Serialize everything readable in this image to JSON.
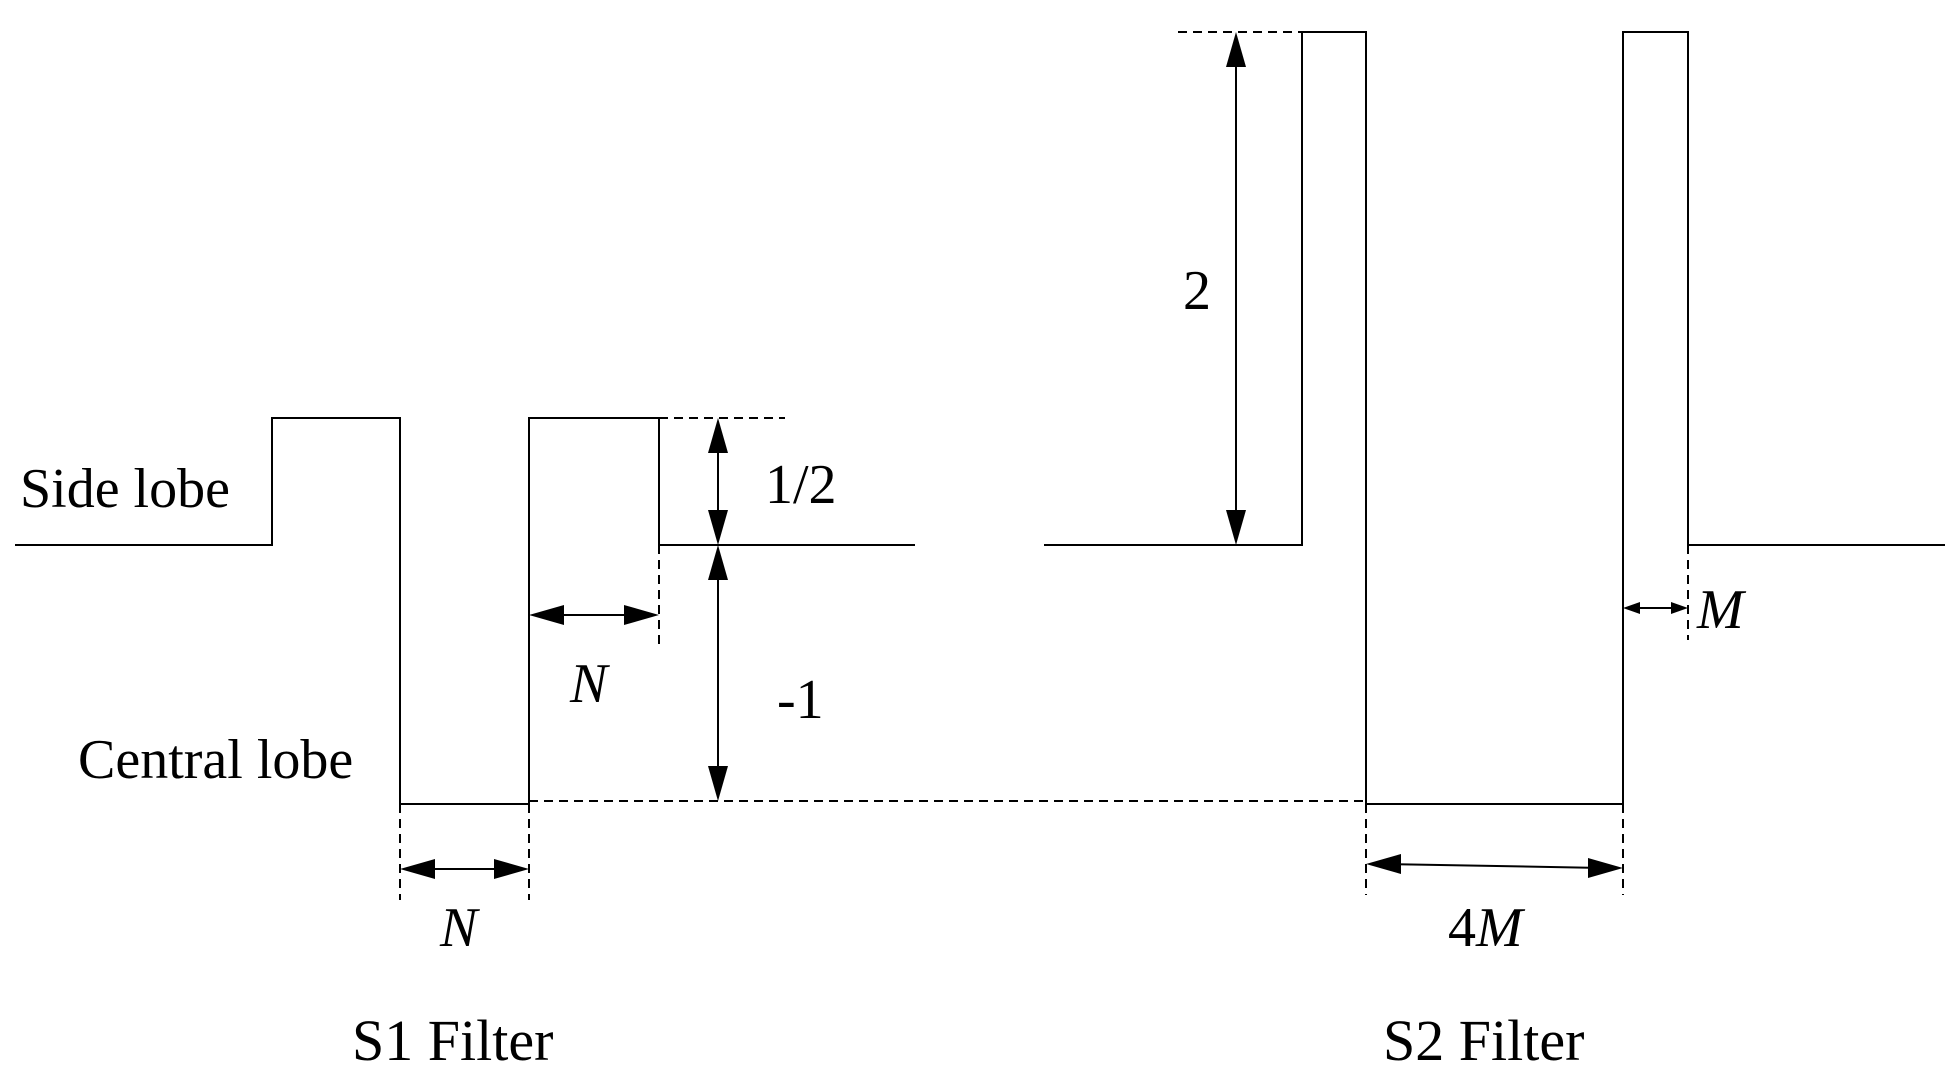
{
  "labels": {
    "side_lobe": "Side lobe",
    "central_lobe": "Central lobe",
    "half": "1/2",
    "minus_one": "-1",
    "two": "2",
    "n_upper": "N",
    "n_lower": "N",
    "m_small": "M",
    "m_prefix": "4",
    "m_var": "M",
    "s1_title": "S1 Filter",
    "s2_title": "S2 Filter"
  }
}
